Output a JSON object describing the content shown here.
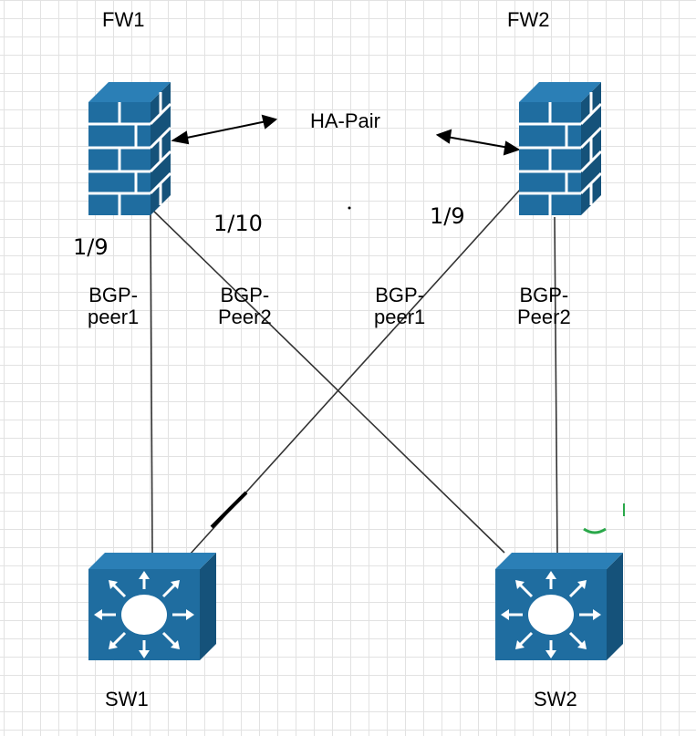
{
  "nodes": {
    "fw1": {
      "label": "FW1"
    },
    "fw2": {
      "label": "FW2"
    },
    "sw1": {
      "label": "SW1"
    },
    "sw2": {
      "label": "SW2"
    }
  },
  "ha_label": "HA-Pair",
  "ports": {
    "fw1_left": "1/9",
    "fw1_right": "1/10",
    "fw2_left": "1/9"
  },
  "links": {
    "fw1_sw1": "BGP-\npeer1",
    "fw1_sw2": "BGP-\nPeer2",
    "fw2_sw1": "BGP-\npeer1",
    "fw2_sw2": "BGP-\nPeer2"
  },
  "colors": {
    "device": "#1f6da0",
    "device_dark": "#15527a",
    "line": "#333333",
    "grid": "#e2e2e2"
  },
  "icons": {
    "firewall": "firewall-icon",
    "switch": "layer3-switch-icon"
  }
}
